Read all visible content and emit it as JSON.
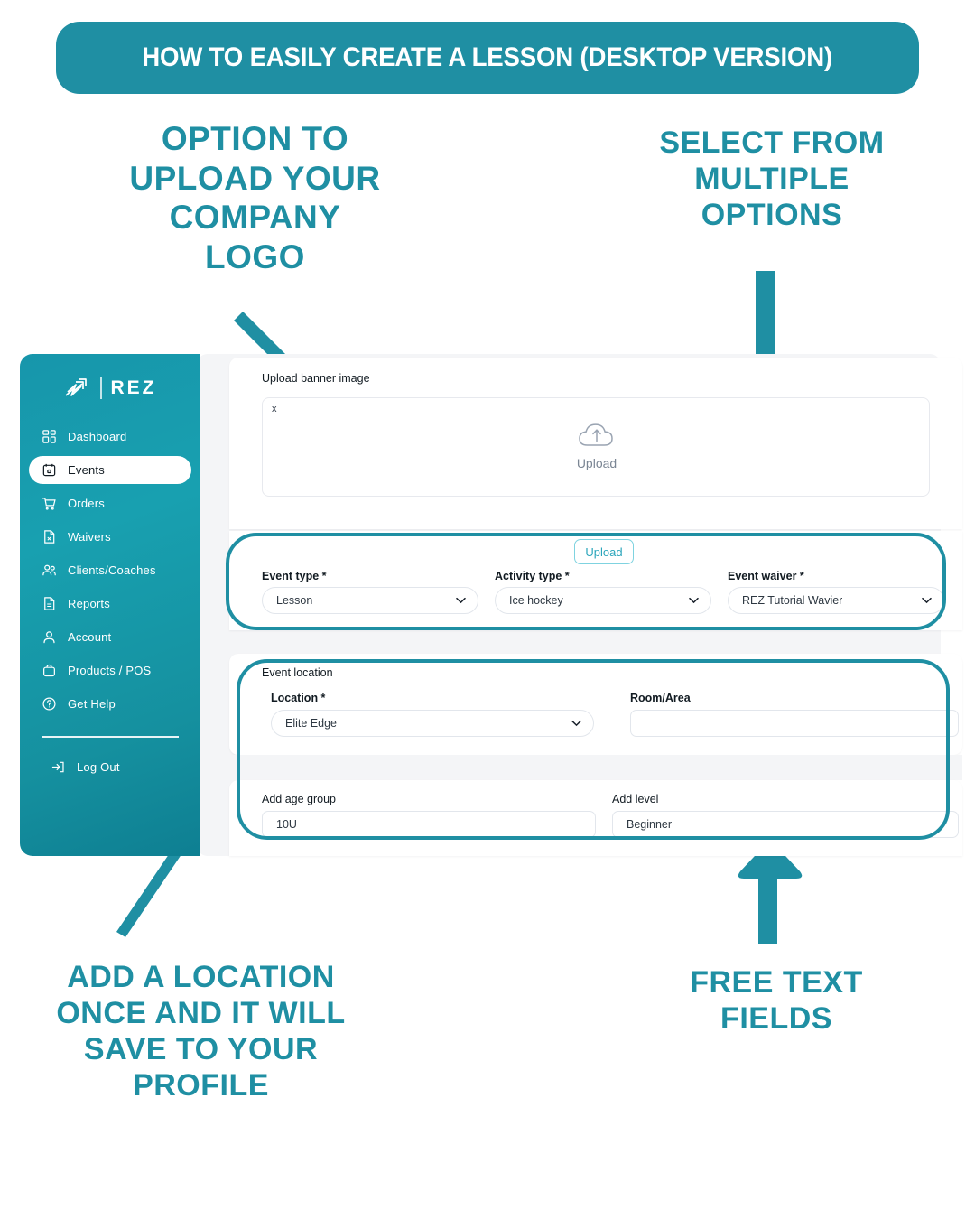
{
  "banner": {
    "title": "HOW TO EASILY CREATE A LESSON (DESKTOP VERSION)"
  },
  "annotations": {
    "logo": "OPTION TO\nUPLOAD YOUR\nCOMPANY\nLOGO",
    "options": "SELECT FROM\nMULTIPLE\nOPTIONS",
    "location": "ADD A LOCATION\nONCE AND IT WILL\nSAVE TO YOUR\nPROFILE",
    "free_text": "FREE TEXT\nFIELDS"
  },
  "colors": {
    "teal": "#1f8fa3",
    "sidebar_top": "#1796ab",
    "sidebar_bottom": "#0e7f92",
    "upload_button_text": "#2aa5bb",
    "page_background": "#f4f5f7"
  },
  "sidebar": {
    "logo_text": "REZ",
    "items": [
      {
        "label": "Dashboard",
        "icon": "grid-icon",
        "active": false
      },
      {
        "label": "Events",
        "icon": "calendar-icon",
        "active": true
      },
      {
        "label": "Orders",
        "icon": "cart-icon",
        "active": false
      },
      {
        "label": "Waivers",
        "icon": "document-x-icon",
        "active": false
      },
      {
        "label": "Clients/Coaches",
        "icon": "people-icon",
        "active": false
      },
      {
        "label": "Reports",
        "icon": "document-lines-icon",
        "active": false
      },
      {
        "label": "Account",
        "icon": "person-icon",
        "active": false
      },
      {
        "label": "Products / POS",
        "icon": "bag-icon",
        "active": false
      },
      {
        "label": "Get Help",
        "icon": "question-circle-icon",
        "active": false
      }
    ],
    "logout": {
      "label": "Log Out",
      "icon": "logout-icon"
    }
  },
  "form": {
    "upload_banner_label": "Upload banner image",
    "dropzone": {
      "close_label": "x",
      "icon": "cloud-upload-icon",
      "text": "Upload"
    },
    "upload_button_label": "Upload",
    "fields": [
      {
        "label": "Event type *",
        "value": "Lesson",
        "control": "select"
      },
      {
        "label": "Activity type *",
        "value": "Ice hockey",
        "control": "select"
      },
      {
        "label": "Event waiver *",
        "value": "REZ Tutorial Wavier",
        "control": "select"
      }
    ],
    "event_location_label": "Event location",
    "location_fields": [
      {
        "label": "Location *",
        "value": "Elite Edge",
        "control": "select"
      },
      {
        "label": "Room/Area",
        "value": "",
        "control": "text"
      }
    ],
    "extra_fields": [
      {
        "label": "Add age group",
        "value": "10U",
        "control": "text"
      },
      {
        "label": "Add level",
        "value": "Beginner",
        "control": "text"
      }
    ]
  }
}
